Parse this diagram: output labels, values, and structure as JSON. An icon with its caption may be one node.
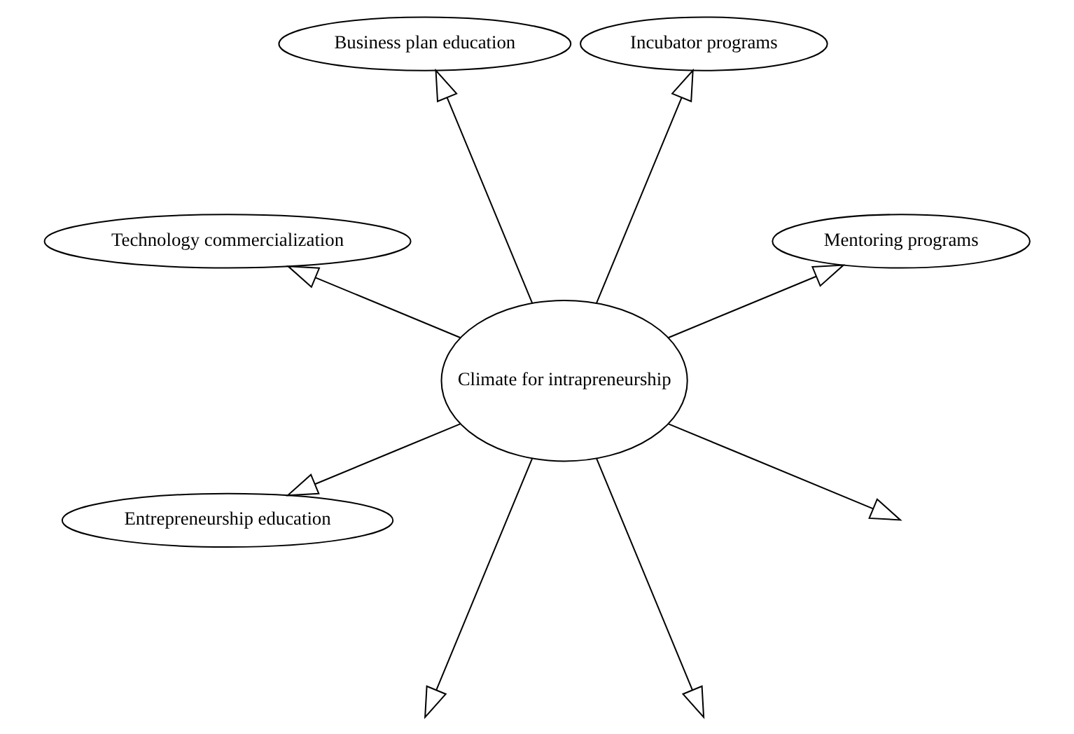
{
  "diagram": {
    "nodes": [
      {
        "text": [
          "Mentoring programs"
        ]
      },
      {
        "text": [
          "Incubator programs"
        ]
      },
      {
        "text": [
          "Business plan education"
        ]
      },
      {
        "text": [
          "Technology commercialization"
        ]
      },
      {
        "text": [
          "Climate for intrapreneurship"
        ]
      },
      {
        "text": [
          "Entrepreneurship education"
        ]
      }
    ],
    "edges": [
      {
        "from": 4,
        "to": 0,
        "arrow": "to"
      },
      {
        "from": 4,
        "to": 1,
        "arrow": "to"
      },
      {
        "from": 4,
        "to": 2,
        "arrow": "to"
      },
      {
        "from": 4,
        "to": 3,
        "arrow": "to"
      },
      {
        "from": 4,
        "to": 5,
        "arrow": "to"
      },
      {
        "from": 4,
        "to": null,
        "arrow": "to"
      },
      {
        "from": 4,
        "to": null,
        "arrow": "to"
      },
      {
        "from": 4,
        "to": null,
        "arrow": "to"
      }
    ]
  }
}
